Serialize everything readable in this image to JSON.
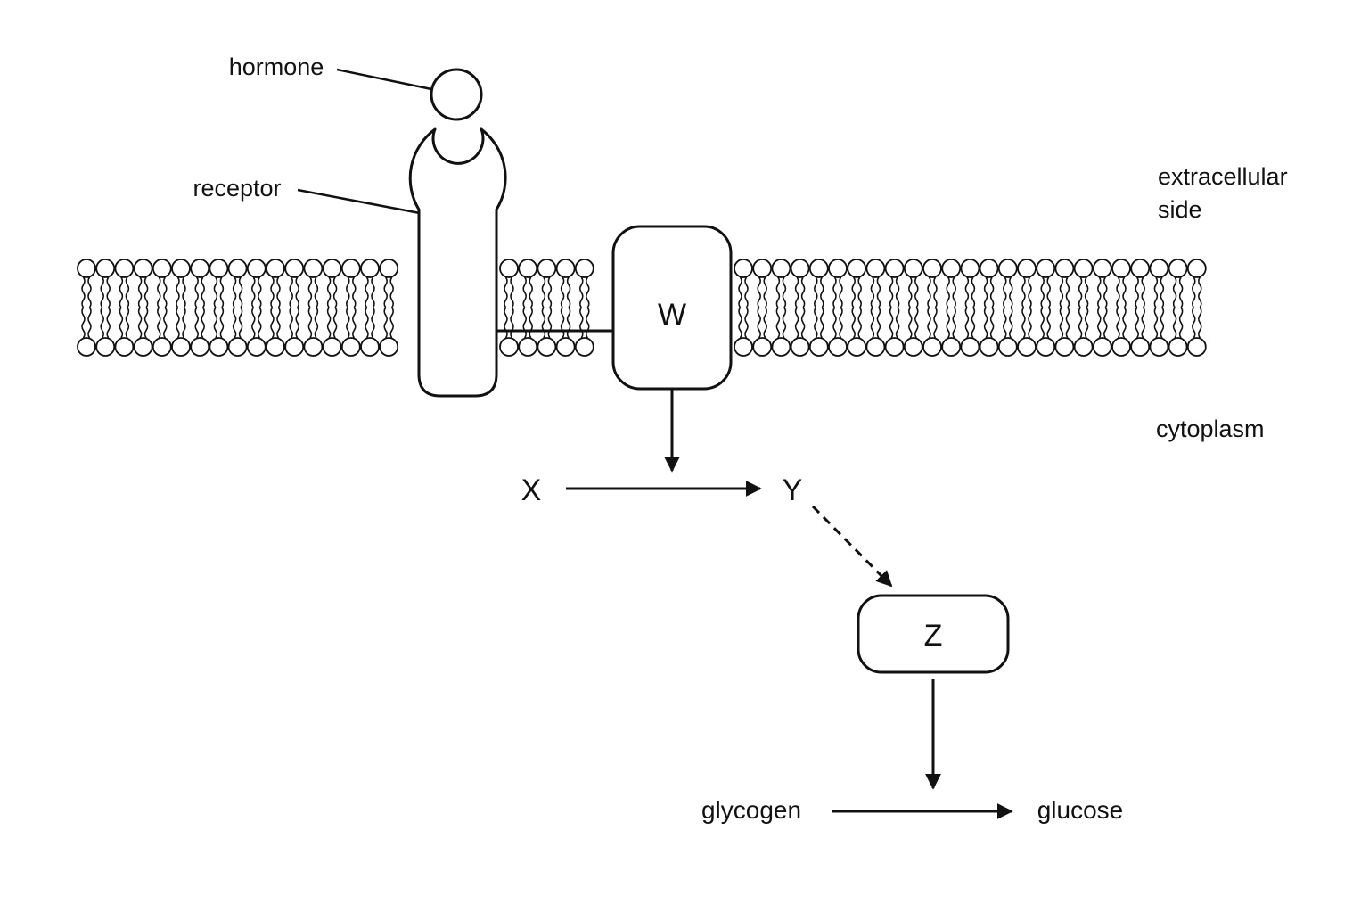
{
  "labels": {
    "hormone": "hormone",
    "receptor": "receptor",
    "extracellular_line1": "extracellular",
    "extracellular_line2": "side",
    "cytoplasm": "cytoplasm"
  },
  "nodes": {
    "w": "W",
    "x": "X",
    "y": "Y",
    "z": "Z",
    "glycogen": "glycogen",
    "glucose": "glucose"
  },
  "colors": {
    "stroke": "#111111",
    "fill": "#ffffff"
  }
}
